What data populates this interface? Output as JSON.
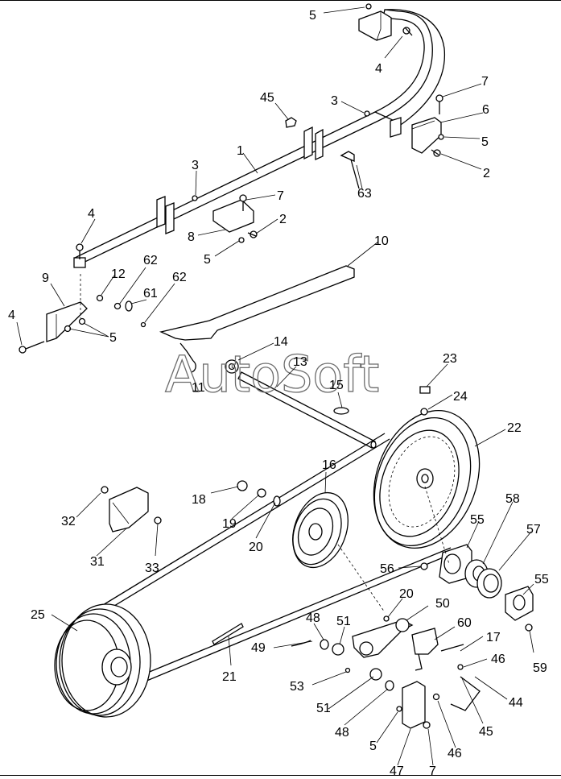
{
  "watermark": "AutoSoft",
  "callouts": [
    {
      "id": "c5a",
      "text": "5"
    },
    {
      "id": "c4a",
      "text": "4"
    },
    {
      "id": "c45a",
      "text": "45"
    },
    {
      "id": "c3a",
      "text": "3"
    },
    {
      "id": "c7a",
      "text": "7"
    },
    {
      "id": "c6",
      "text": "6"
    },
    {
      "id": "c5b",
      "text": "5"
    },
    {
      "id": "c2a",
      "text": "2"
    },
    {
      "id": "c1",
      "text": "1"
    },
    {
      "id": "c3b",
      "text": "3"
    },
    {
      "id": "c63",
      "text": "63"
    },
    {
      "id": "c7b",
      "text": "7"
    },
    {
      "id": "c4b",
      "text": "4"
    },
    {
      "id": "c2b",
      "text": "2"
    },
    {
      "id": "c8",
      "text": "8"
    },
    {
      "id": "c5c",
      "text": "5"
    },
    {
      "id": "c10",
      "text": "10"
    },
    {
      "id": "c12",
      "text": "12"
    },
    {
      "id": "c62a",
      "text": "62"
    },
    {
      "id": "c9",
      "text": "9"
    },
    {
      "id": "c61",
      "text": "61"
    },
    {
      "id": "c62b",
      "text": "62"
    },
    {
      "id": "c4c",
      "text": "4"
    },
    {
      "id": "c5d",
      "text": "5"
    },
    {
      "id": "c14",
      "text": "14"
    },
    {
      "id": "c13",
      "text": "13"
    },
    {
      "id": "c11",
      "text": "11"
    },
    {
      "id": "c15",
      "text": "15"
    },
    {
      "id": "c23",
      "text": "23"
    },
    {
      "id": "c24",
      "text": "24"
    },
    {
      "id": "c22",
      "text": "22"
    },
    {
      "id": "c16",
      "text": "16"
    },
    {
      "id": "c18",
      "text": "18"
    },
    {
      "id": "c19",
      "text": "19"
    },
    {
      "id": "c32",
      "text": "32"
    },
    {
      "id": "c20a",
      "text": "20"
    },
    {
      "id": "c58",
      "text": "58"
    },
    {
      "id": "c55a",
      "text": "55"
    },
    {
      "id": "c57",
      "text": "57"
    },
    {
      "id": "c31",
      "text": "31"
    },
    {
      "id": "c33",
      "text": "33"
    },
    {
      "id": "c56",
      "text": "56"
    },
    {
      "id": "c55b",
      "text": "55"
    },
    {
      "id": "c20b",
      "text": "20"
    },
    {
      "id": "c50",
      "text": "50"
    },
    {
      "id": "c25",
      "text": "25"
    },
    {
      "id": "c48a",
      "text": "48"
    },
    {
      "id": "c51a",
      "text": "51"
    },
    {
      "id": "c60",
      "text": "60"
    },
    {
      "id": "c17",
      "text": "17"
    },
    {
      "id": "c49",
      "text": "49"
    },
    {
      "id": "c21",
      "text": "21"
    },
    {
      "id": "c46a",
      "text": "46"
    },
    {
      "id": "c59",
      "text": "59"
    },
    {
      "id": "c53",
      "text": "53"
    },
    {
      "id": "c44",
      "text": "44"
    },
    {
      "id": "c51b",
      "text": "51"
    },
    {
      "id": "c48b",
      "text": "48"
    },
    {
      "id": "c45b",
      "text": "45"
    },
    {
      "id": "c5e",
      "text": "5"
    },
    {
      "id": "c46b",
      "text": "46"
    },
    {
      "id": "c47",
      "text": "47"
    },
    {
      "id": "c7c",
      "text": "7"
    }
  ]
}
